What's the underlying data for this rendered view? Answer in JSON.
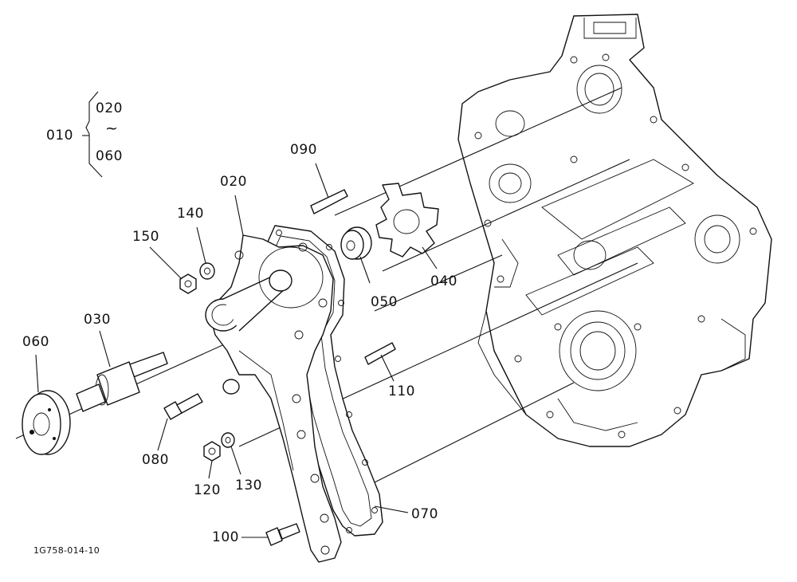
{
  "labels": {
    "p010": "010",
    "p020a": "020",
    "tilde": "~",
    "p060a": "060",
    "p090": "090",
    "p020": "020",
    "p140": "140",
    "p150": "150",
    "p050": "050",
    "p040": "040",
    "p030": "030",
    "p060": "060",
    "p110": "110",
    "p080": "080",
    "p120": "120",
    "p130": "130",
    "p070": "070",
    "p100": "100"
  },
  "figure_code": "1G758-014-10"
}
